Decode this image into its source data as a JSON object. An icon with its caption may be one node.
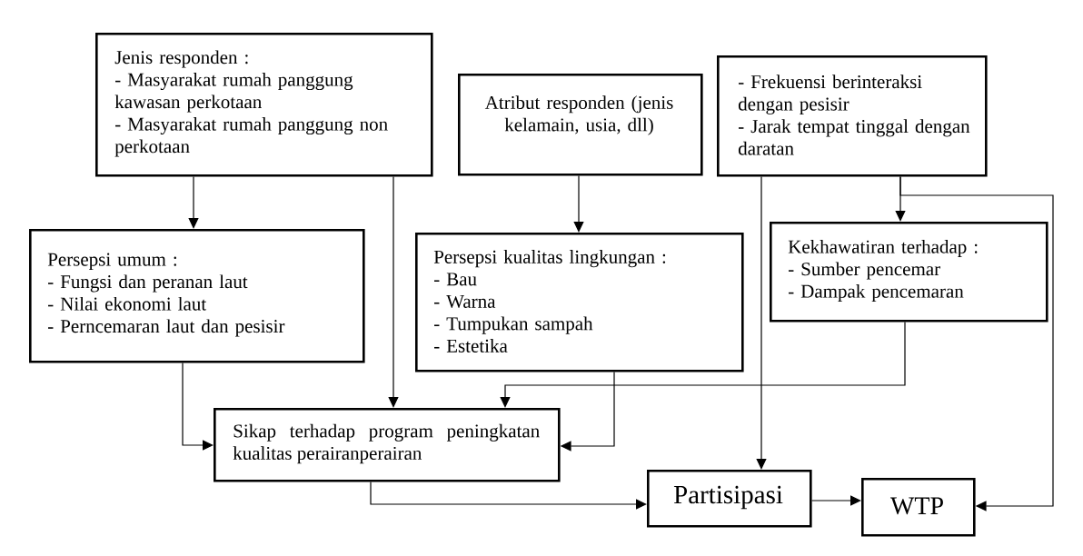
{
  "diagram": {
    "nodes": [
      {
        "text": [
          "Jenis responden :",
          "- Masyarakat rumah panggung kawasan perkotaan",
          "- Masyarakat rumah panggung non perkotaan"
        ]
      },
      {
        "text": [
          "Atribut responden (jenis kelamain, usia, dll)"
        ]
      },
      {
        "text": [
          "- Frekuensi berinteraksi dengan pesisir",
          "- Jarak tempat tinggal dengan daratan"
        ]
      },
      {
        "text": [
          "Persepsi umum :",
          "- Fungsi dan peranan laut",
          "- Nilai ekonomi laut",
          "- Perncemaran laut dan pesisir"
        ]
      },
      {
        "text": [
          "Persepsi kualitas lingkungan :",
          "- Bau",
          "- Warna",
          "- Tumpukan sampah",
          "- Estetika"
        ]
      },
      {
        "text": [
          "Kekhawatiran terhadap :",
          "- Sumber pencemar",
          "- Dampak pencemaran"
        ]
      },
      {
        "text": [
          "Sikap terhadap program peningkatan kualitas perairanperairan"
        ]
      },
      {
        "text": [
          "Partisipasi"
        ]
      },
      {
        "text": [
          "WTP"
        ]
      }
    ],
    "edges": [
      {
        "from": 0,
        "to": 3,
        "arrow": "to"
      },
      {
        "from": 0,
        "to": 6,
        "arrow": "to"
      },
      {
        "from": 1,
        "to": 4,
        "arrow": "to"
      },
      {
        "from": 2,
        "to": 5,
        "arrow": "to"
      },
      {
        "from": 2,
        "to": 7,
        "arrow": "to"
      },
      {
        "from": 2,
        "to": 8,
        "arrow": "to"
      },
      {
        "from": 3,
        "to": 6,
        "arrow": "to"
      },
      {
        "from": 4,
        "to": 6,
        "arrow": "to"
      },
      {
        "from": 5,
        "to": 6,
        "arrow": "to"
      },
      {
        "from": 6,
        "to": 7,
        "arrow": "to"
      },
      {
        "from": 7,
        "to": 8,
        "arrow": "to"
      }
    ]
  }
}
